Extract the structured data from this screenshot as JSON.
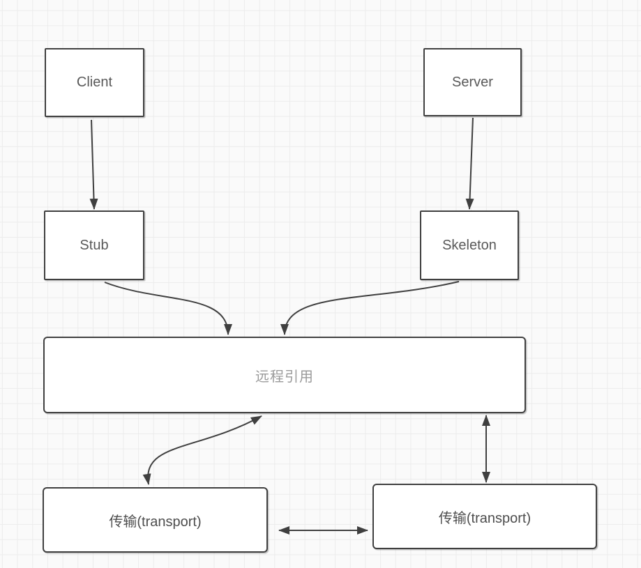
{
  "diagram": {
    "nodes": {
      "client": {
        "label": "Client"
      },
      "server": {
        "label": "Server"
      },
      "stub": {
        "label": "Stub"
      },
      "skeleton": {
        "label": "Skeleton"
      },
      "remote_reference": {
        "label": "远程引用"
      },
      "transport_left": {
        "label": "传输(transport)"
      },
      "transport_right": {
        "label": "传输(transport)"
      }
    },
    "edges": [
      {
        "from": "client",
        "to": "stub",
        "type": "arrow"
      },
      {
        "from": "server",
        "to": "skeleton",
        "type": "arrow"
      },
      {
        "from": "stub",
        "to": "remote_reference",
        "type": "arrow"
      },
      {
        "from": "skeleton",
        "to": "remote_reference",
        "type": "arrow"
      },
      {
        "from": "remote_reference",
        "to": "transport_left",
        "type": "double-arrow"
      },
      {
        "from": "remote_reference",
        "to": "transport_right",
        "type": "double-arrow"
      },
      {
        "from": "transport_left",
        "to": "transport_right",
        "type": "double-arrow"
      }
    ],
    "colors": {
      "shape_border": "#3f3f3f",
      "shape_fill": "#ffffff",
      "label_text": "#595959",
      "transport_label_text": "#4d4d4d",
      "remote_label_text": "#9a9a9a",
      "arrow": "#3f3f3f",
      "canvas_bg": "#fafafa",
      "grid_line": "#ececec"
    }
  }
}
